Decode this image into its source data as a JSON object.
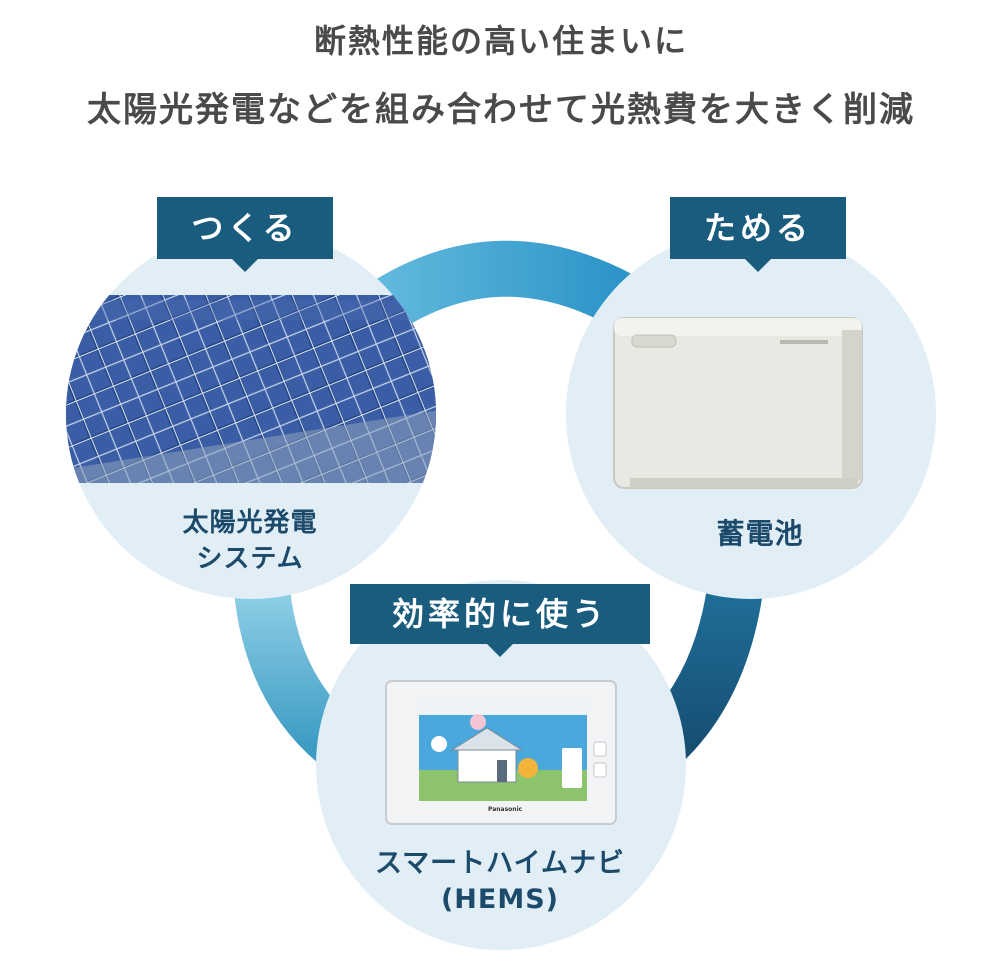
{
  "heading": {
    "line1": "断熱性能の高い住まいに",
    "line2": "太陽光発電などを組み合わせて光熱費を大きく削減"
  },
  "nodes": {
    "create": {
      "tag": "つくる",
      "caption_line1": "太陽光発電",
      "caption_line2": "システム"
    },
    "store": {
      "tag": "ためる",
      "caption_line1": "蓄電池"
    },
    "use": {
      "tag": "効率的に使う",
      "caption_line1": "スマートハイムナビ",
      "caption_line2": "(HEMS)"
    }
  },
  "device_labels": {
    "hems_brand": "Panasonic"
  },
  "colors": {
    "tag_bg": "#195c7d",
    "circle_bg": "#e1eef6",
    "caption": "#1b4a6b",
    "ring_dark": "#1a5a82",
    "ring_light": "#5ab3d6"
  }
}
